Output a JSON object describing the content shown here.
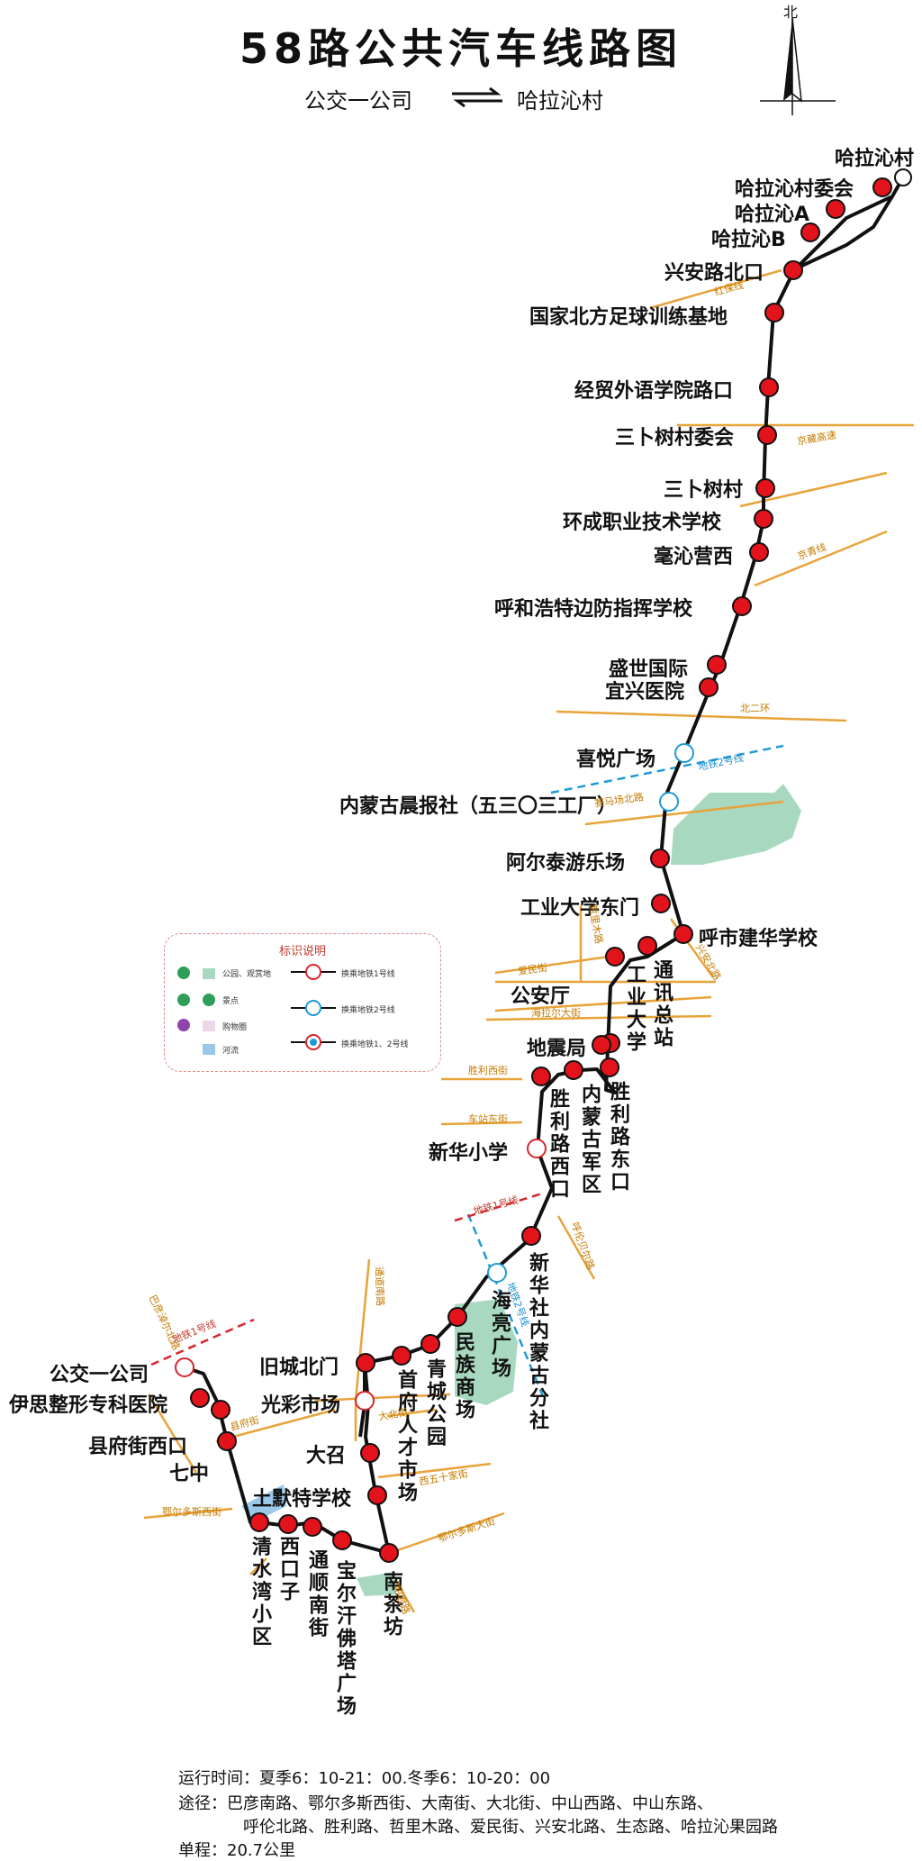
{
  "header": {
    "title": "58路公共汽车线路图",
    "from": "公交一公司",
    "to": "哈拉沁村",
    "north": "北"
  },
  "stations": {
    "s1": "哈拉沁村",
    "s2": "哈拉沁村委会",
    "s3": "哈拉沁A",
    "s4": "哈拉沁B",
    "s5": "兴安路北口",
    "s6": "国家北方足球训练基地",
    "s7": "经贸外语学院路口",
    "s8": "三卜树村委会",
    "s9": "三卜树村",
    "s10": "环成职业技术学校",
    "s11": "毫沁营西",
    "s12": "呼和浩特边防指挥学校",
    "s13": "盛世国际",
    "s14": "宜兴医院",
    "s15": "喜悦广场",
    "s16": "内蒙古晨报社（五三〇三工厂）",
    "s17": "阿尔泰游乐场",
    "s18": "工业大学东门",
    "s19": "呼市建华学校",
    "s20": "通讯总站",
    "s21": "工业大学",
    "s22": "公安厅",
    "s23": "地震局",
    "s24": "胜利路东口",
    "s25": "内蒙古军区",
    "s26": "胜利路西口",
    "s27": "新华小学",
    "s28": "新华社内蒙古分社",
    "s29": "海亮广场",
    "s30": "民族商场",
    "s31": "青城公园",
    "s32": "首府人才市场",
    "s33": "旧城北门",
    "s34": "光彩市场",
    "s35": "大召",
    "s36": "土默特学校",
    "s37": "南茶坊",
    "s38": "宝尔汗佛塔广场",
    "s39": "通顺南街",
    "s40": "西口子",
    "s41": "清水湾小区",
    "s42": "七中",
    "s43": "县府街西口",
    "s44": "伊思整形专科医院",
    "s45": "公交一公司"
  },
  "roads": {
    "r1": "红保线",
    "r2": "京藏高速",
    "r3": "京青线",
    "r4": "北二环",
    "r5": "赛马场北路",
    "r6": "哲里木路",
    "r7": "爱民街",
    "r8": "兴安北路",
    "r9": "海拉尔大街",
    "r10": "胜利西街",
    "r11": "车站东街",
    "r12": "呼伦贝尔路",
    "r13": "通道南路",
    "r14": "大北街",
    "r15": "县府街",
    "r16": "鄂尔多斯西街",
    "r17": "西五十家街",
    "r18": "鄂尔多斯大街",
    "r19": "昭君路",
    "r20": "巴彦淖尔北路"
  },
  "metro": {
    "m1": "地铁2号线",
    "m2": "地铁1号线",
    "m3": "地铁2号线",
    "m4": "地铁1号线"
  },
  "legend": {
    "title": "标识说明",
    "park": "公园、观赏地",
    "scenic": "景点",
    "shopping": "购物圈",
    "river": "河流",
    "transfer1": "换乘地铁1号线",
    "transfer2": "换乘地铁2号线",
    "transfer12": "换乘地铁1、2号线"
  },
  "footer": {
    "hours": "运行时间：夏季6：10-21：00.冬季6：10-20：00",
    "via1": "途径：巴彦南路、鄂尔多斯西街、大南街、大北街、中山西路、中山东路、",
    "via2": "呼伦北路、胜利路、哲里木路、爱民街、兴安北路、生态路、哈拉沁果园路",
    "length": "单程：20.7公里"
  },
  "colors": {
    "route": "#111111",
    "stop": "#e3131b",
    "road": "#e8a33a",
    "metro1": "#d7262b",
    "metro2": "#1f9ad6",
    "park": "#a8d8bf"
  }
}
